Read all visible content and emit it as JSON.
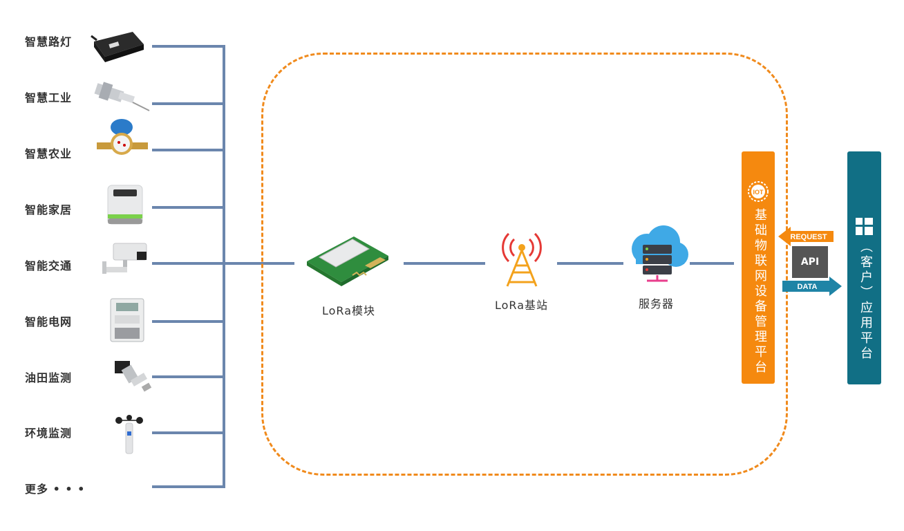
{
  "devices": [
    {
      "label": "智慧路灯",
      "icon": "street-light-controller-icon"
    },
    {
      "label": "智慧工业",
      "icon": "industrial-sensor-icon"
    },
    {
      "label": "智慧农业",
      "icon": "water-meter-icon"
    },
    {
      "label": "智能家居",
      "icon": "smart-home-device-icon"
    },
    {
      "label": "智能交通",
      "icon": "traffic-camera-icon"
    },
    {
      "label": "智能电网",
      "icon": "electric-meter-icon"
    },
    {
      "label": "油田监测",
      "icon": "pressure-transmitter-icon"
    },
    {
      "label": "环境监测",
      "icon": "anemometer-icon"
    },
    {
      "label": "更多 • • •",
      "icon": ""
    }
  ],
  "nodes": {
    "module": "LoRa模块",
    "gateway": "LoRa基站",
    "server": "服务器"
  },
  "iot_platform": {
    "logo": "IOT",
    "label": "基础物联网设备管理平台"
  },
  "api": {
    "label": "API",
    "request": "REQUEST",
    "data": "DATA"
  },
  "app_platform": {
    "label": "（客户）应用平台"
  },
  "colors": {
    "line": "#6b86ad",
    "dashed": "#f08a1c",
    "iot": "#f5890f",
    "app": "#116f85"
  }
}
